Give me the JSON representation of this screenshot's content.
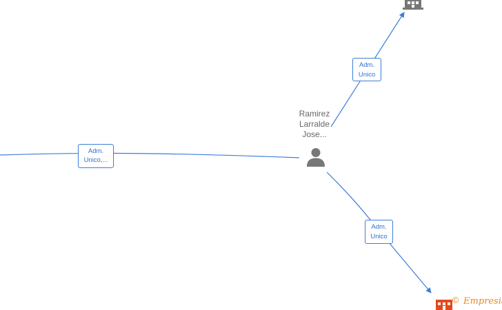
{
  "person": {
    "name_lines": [
      "Ramirez",
      "Larralde",
      "Jose..."
    ]
  },
  "edges": [
    {
      "id": "edge-left",
      "label_lines": [
        "Adm.",
        "Unico,..."
      ]
    },
    {
      "id": "edge-top",
      "label_lines": [
        "Adm.",
        "Unico"
      ]
    },
    {
      "id": "edge-bottom",
      "label_lines": [
        "Adm.",
        "Unico"
      ]
    }
  ],
  "icons": {
    "person": "person-icon",
    "company": "building-icon"
  },
  "colors": {
    "edge": "#3b7dd8",
    "label_text": "#2f6fcf",
    "node_icon": "#777777",
    "brand_red": "#e8471a",
    "brand_orange": "#e8891a"
  },
  "watermark": {
    "copyright": "©",
    "brand_text": "Empresia"
  }
}
